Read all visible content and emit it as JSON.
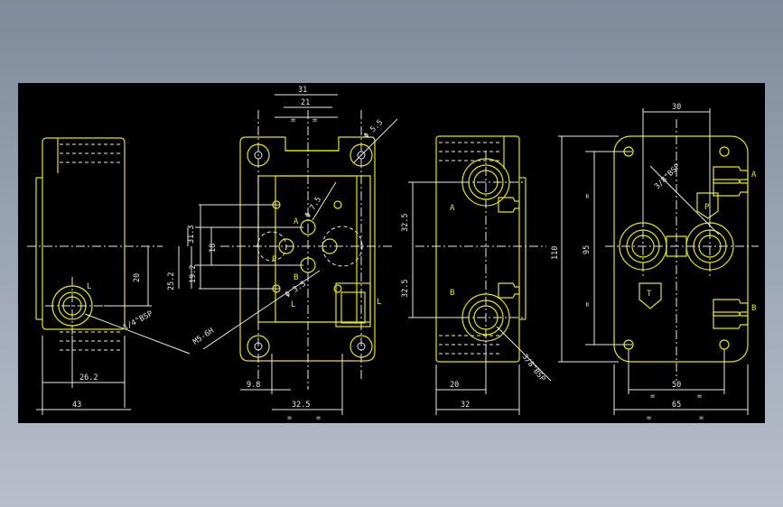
{
  "view_left": {
    "dims": {
      "d_20": "20",
      "d_26_2": "26.2",
      "d_43": "43"
    },
    "port_label": "L",
    "thread_note": "1/4\"BSP"
  },
  "view_mid": {
    "dims": {
      "top_31": "31",
      "top_21": "21",
      "dia_5_5": "Φ 5.5",
      "dia_7_5": "Φ 7.5",
      "dia_3_5": "Φ 3.5",
      "v_31_3": "31.3",
      "v_18": "18",
      "v_25_2": "25.2",
      "v_19_2": "19.2",
      "m5": "M5-6H",
      "b_9_8": "9.8",
      "b_32_5": "32.5"
    },
    "eq_marks": [
      "=",
      "=",
      "=",
      "="
    ],
    "labels": {
      "A": "A",
      "B": "B",
      "P": "P",
      "L": "L",
      "L2": "L"
    }
  },
  "view_right1": {
    "dims": {
      "v_32_5a": "32.5",
      "v_32_5b": "32.5",
      "b_20": "20",
      "b_32": "32"
    },
    "labels": {
      "A": "A",
      "B": "B"
    },
    "thread_note": "3/8\"BSP",
    "eq_marks": [
      "=",
      "="
    ]
  },
  "view_right2": {
    "dims": {
      "top_30": "30",
      "v_110": "110",
      "v_95": "95",
      "b_50": "50",
      "b_65": "65"
    },
    "labels": {
      "A": "A",
      "B": "B",
      "P": "P",
      "T": "T"
    },
    "thread_note": "3/8\"BSP",
    "eq_marks": [
      "=",
      "=",
      "=",
      "="
    ]
  }
}
